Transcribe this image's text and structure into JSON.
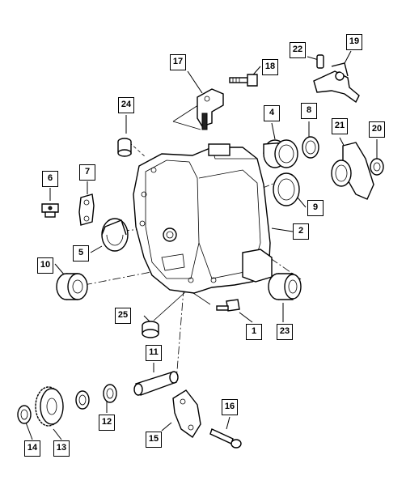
{
  "diagram": {
    "callouts": [
      {
        "id": "c1",
        "label": "1"
      },
      {
        "id": "c2",
        "label": "2"
      },
      {
        "id": "c4",
        "label": "4"
      },
      {
        "id": "c5",
        "label": "5"
      },
      {
        "id": "c6",
        "label": "6"
      },
      {
        "id": "c7",
        "label": "7"
      },
      {
        "id": "c8",
        "label": "8"
      },
      {
        "id": "c9",
        "label": "9"
      },
      {
        "id": "c10",
        "label": "10"
      },
      {
        "id": "c11",
        "label": "11"
      },
      {
        "id": "c12",
        "label": "12"
      },
      {
        "id": "c13",
        "label": "13"
      },
      {
        "id": "c14",
        "label": "14"
      },
      {
        "id": "c15",
        "label": "15"
      },
      {
        "id": "c16",
        "label": "16"
      },
      {
        "id": "c17",
        "label": "17"
      },
      {
        "id": "c18",
        "label": "18"
      },
      {
        "id": "c19",
        "label": "19"
      },
      {
        "id": "c20",
        "label": "20"
      },
      {
        "id": "c21",
        "label": "21"
      },
      {
        "id": "c22",
        "label": "22"
      },
      {
        "id": "c23",
        "label": "23"
      },
      {
        "id": "c24",
        "label": "24"
      },
      {
        "id": "c25",
        "label": "25"
      }
    ]
  }
}
